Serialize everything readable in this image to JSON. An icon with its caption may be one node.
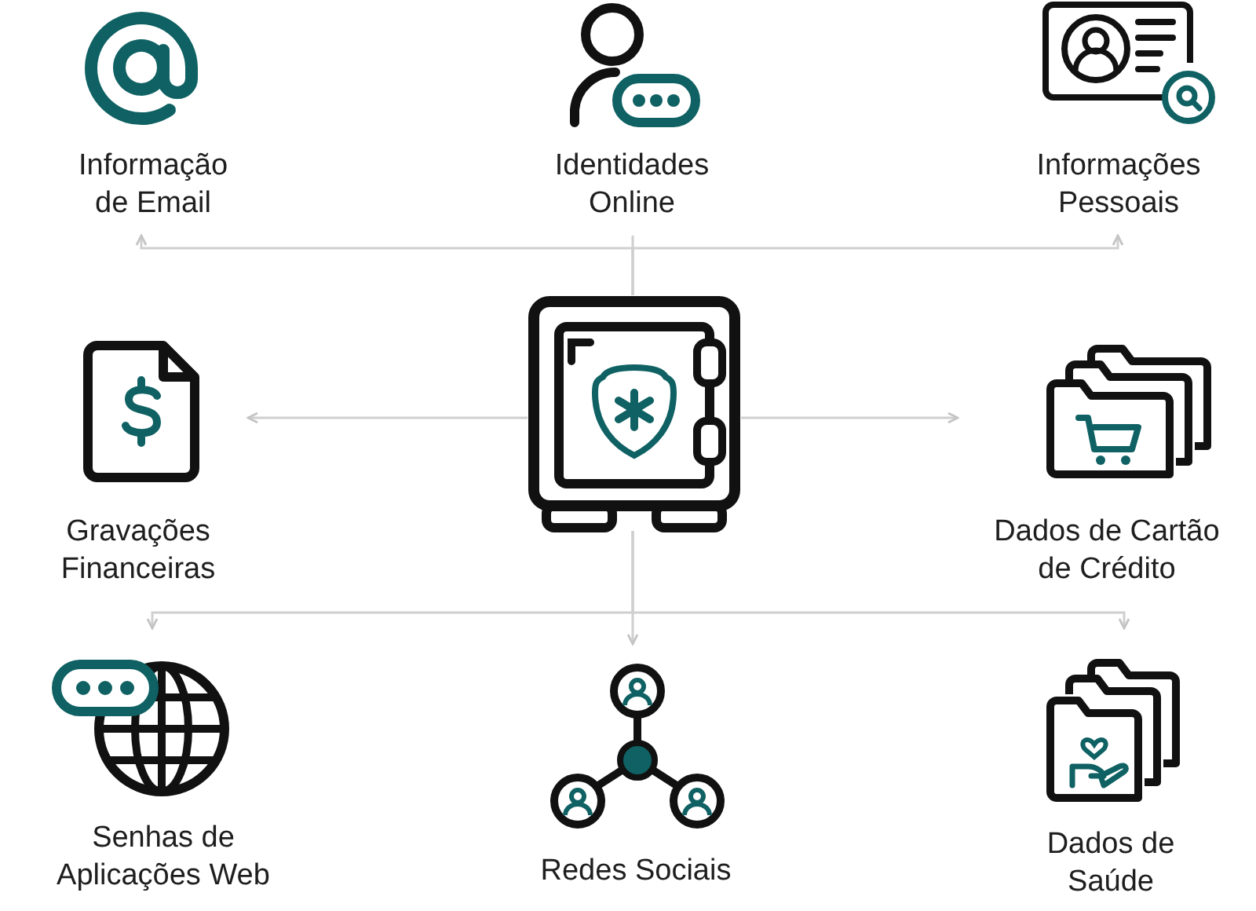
{
  "diagram": {
    "nodes": [
      {
        "text": [],
        "shape": "picture"
      },
      {
        "text": [
          "Informação de Email"
        ]
      },
      {
        "text": [
          "Identidades Online"
        ]
      },
      {
        "text": [
          "Informações Pessoais"
        ]
      },
      {
        "text": [
          "Gravações Financeiras"
        ]
      },
      {
        "text": [
          "Dados de Cartão de Crédito"
        ]
      },
      {
        "text": [
          "Senhas de Aplicações Web"
        ]
      },
      {
        "text": [
          "Redes Sociais"
        ]
      },
      {
        "text": [
          "Dados de Saúde"
        ]
      }
    ],
    "edges": [
      {
        "from": 0,
        "to": 1,
        "arrow": "to"
      },
      {
        "from": 0,
        "to": 2,
        "arrow": "none"
      },
      {
        "from": 0,
        "to": 3,
        "arrow": "to"
      },
      {
        "from": 0,
        "to": 4,
        "arrow": "to"
      },
      {
        "from": 0,
        "to": 5,
        "arrow": "to"
      },
      {
        "from": 0,
        "to": 6,
        "arrow": "to"
      },
      {
        "from": 0,
        "to": 7,
        "arrow": "to"
      },
      {
        "from": 0,
        "to": 8,
        "arrow": "to"
      }
    ]
  }
}
